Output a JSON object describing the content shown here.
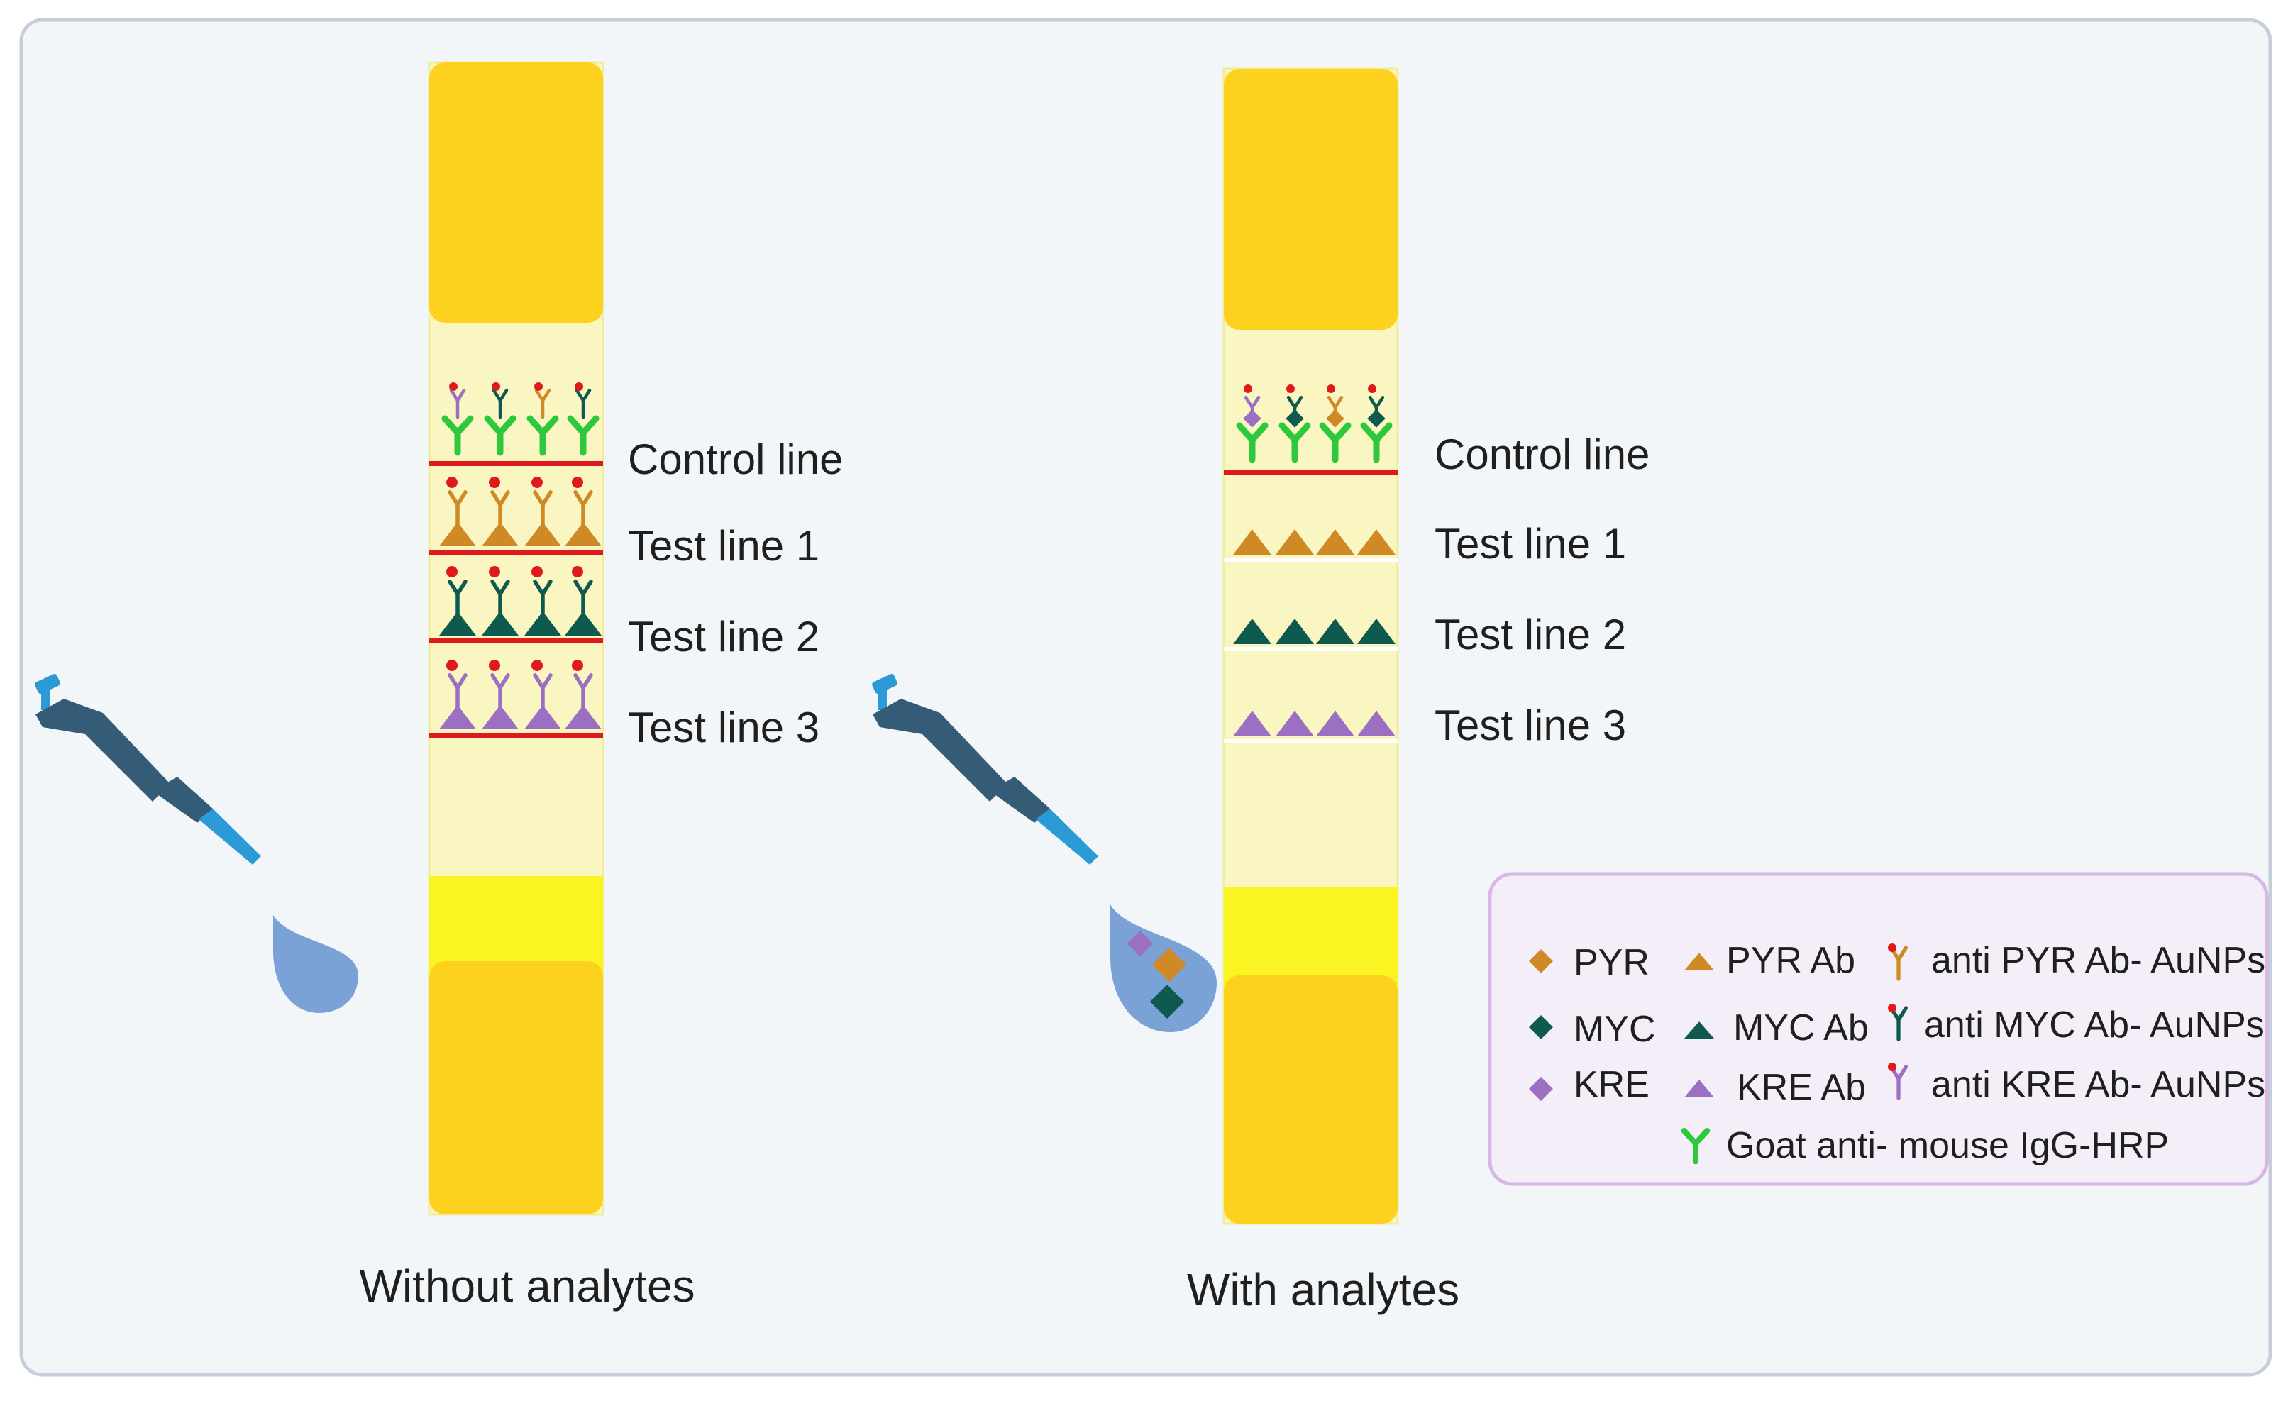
{
  "colors": {
    "panel_bg": "#f3f6f8",
    "panel_border": "#c7cedb",
    "strip_pad": "#fdd21f",
    "strip_membrane": "#faf6c2",
    "conjugate_pad": "#fbf423",
    "line_red": "#e01a1a",
    "pyr": "#cf8a25",
    "myc": "#0f5a4e",
    "kre": "#9b6fc1",
    "goat": "#2ec83c",
    "pipette": "#355c77",
    "pipette_tip": "#2b9ad6",
    "drop": "#7aa2d6",
    "legend_bg": "#f4eef8",
    "legend_border": "#d6b7e6"
  },
  "strips": [
    {
      "caption": "Without analytes",
      "control_label": "Control line",
      "test_labels": [
        "Test line 1",
        "Test line 2",
        "Test line 3"
      ]
    },
    {
      "caption": "With analytes",
      "control_label": "Control line",
      "test_labels": [
        "Test line 1",
        "Test line 2",
        "Test line 3"
      ]
    }
  ],
  "legend": {
    "analytes": [
      "PYR",
      "MYC",
      "KRE"
    ],
    "capture_antibodies": [
      "PYR Ab",
      "MYC Ab",
      "KRE Ab"
    ],
    "conjugates": [
      "anti PYR Ab- AuNPs",
      "anti MYC Ab- AuNPs",
      "anti KRE Ab- AuNPs"
    ],
    "secondary": "Goat anti- mouse IgG-HRP"
  },
  "icons": {
    "pipette": "pipette-icon",
    "sample_drop": "sample-drop-icon",
    "antibody": "antibody-icon",
    "analyte": "diamond-icon",
    "capture_ab": "triangle-icon"
  }
}
